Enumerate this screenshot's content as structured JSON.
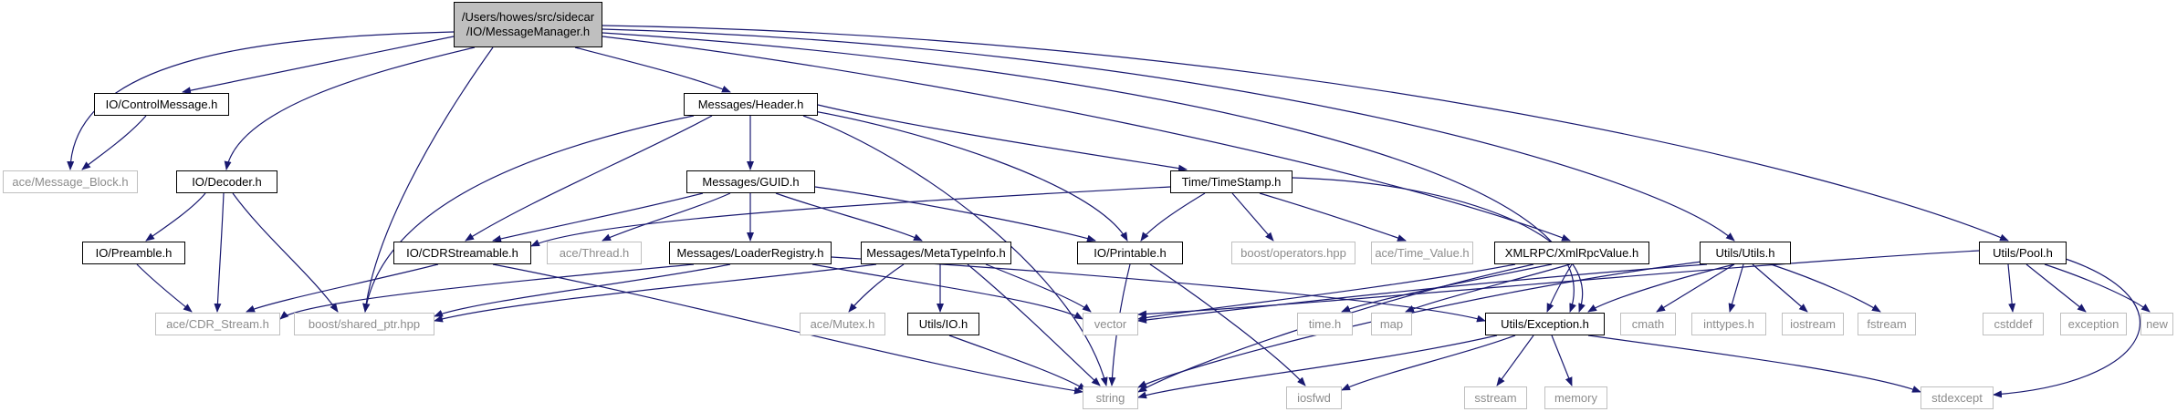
{
  "colors": {
    "edge": "#191970",
    "local_border": "#000000",
    "ext_border": "#bfbfbf",
    "ext_text": "#8c8c8c",
    "root_fill": "#bfbfbf"
  },
  "nodes": {
    "root": {
      "line1": "/Users/howes/src/sidecar",
      "line2": "/IO/MessageManager.h"
    },
    "control_message": "IO/ControlMessage.h",
    "message_block": "ace/Message_Block.h",
    "decoder": "IO/Decoder.h",
    "preamble": "IO/Preamble.h",
    "cdr_stream": "ace/CDR_Stream.h",
    "shared_ptr": "boost/shared_ptr.hpp",
    "header": "Messages/Header.h",
    "guid": "Messages/GUID.h",
    "cdr_streamable": "IO/CDRStreamable.h",
    "ace_thread": "ace/Thread.h",
    "loader_registry": "Messages/LoaderRegistry.h",
    "meta_type_info": "Messages/MetaTypeInfo.h",
    "ace_mutex": "ace/Mutex.h",
    "utils_io": "Utils/IO.h",
    "string": "string",
    "vector": "vector",
    "time_stamp": "Time/TimeStamp.h",
    "printable": "IO/Printable.h",
    "boost_operators": "boost/operators.hpp",
    "ace_time_value": "ace/Time_Value.h",
    "iosfwd": "iosfwd",
    "xml_rpc_value": "XMLRPC/XmlRpcValue.h",
    "time_h": "time.h",
    "map": "map",
    "exception_h": "Utils/Exception.h",
    "sstream": "sstream",
    "memory": "memory",
    "utils_utils": "Utils/Utils.h",
    "cmath": "cmath",
    "inttypes": "inttypes.h",
    "iostream": "iostream",
    "fstream": "fstream",
    "stdexcept": "stdexcept",
    "pool": "Utils/Pool.h",
    "cstddef": "cstddef",
    "exception": "exception",
    "new": "new"
  }
}
